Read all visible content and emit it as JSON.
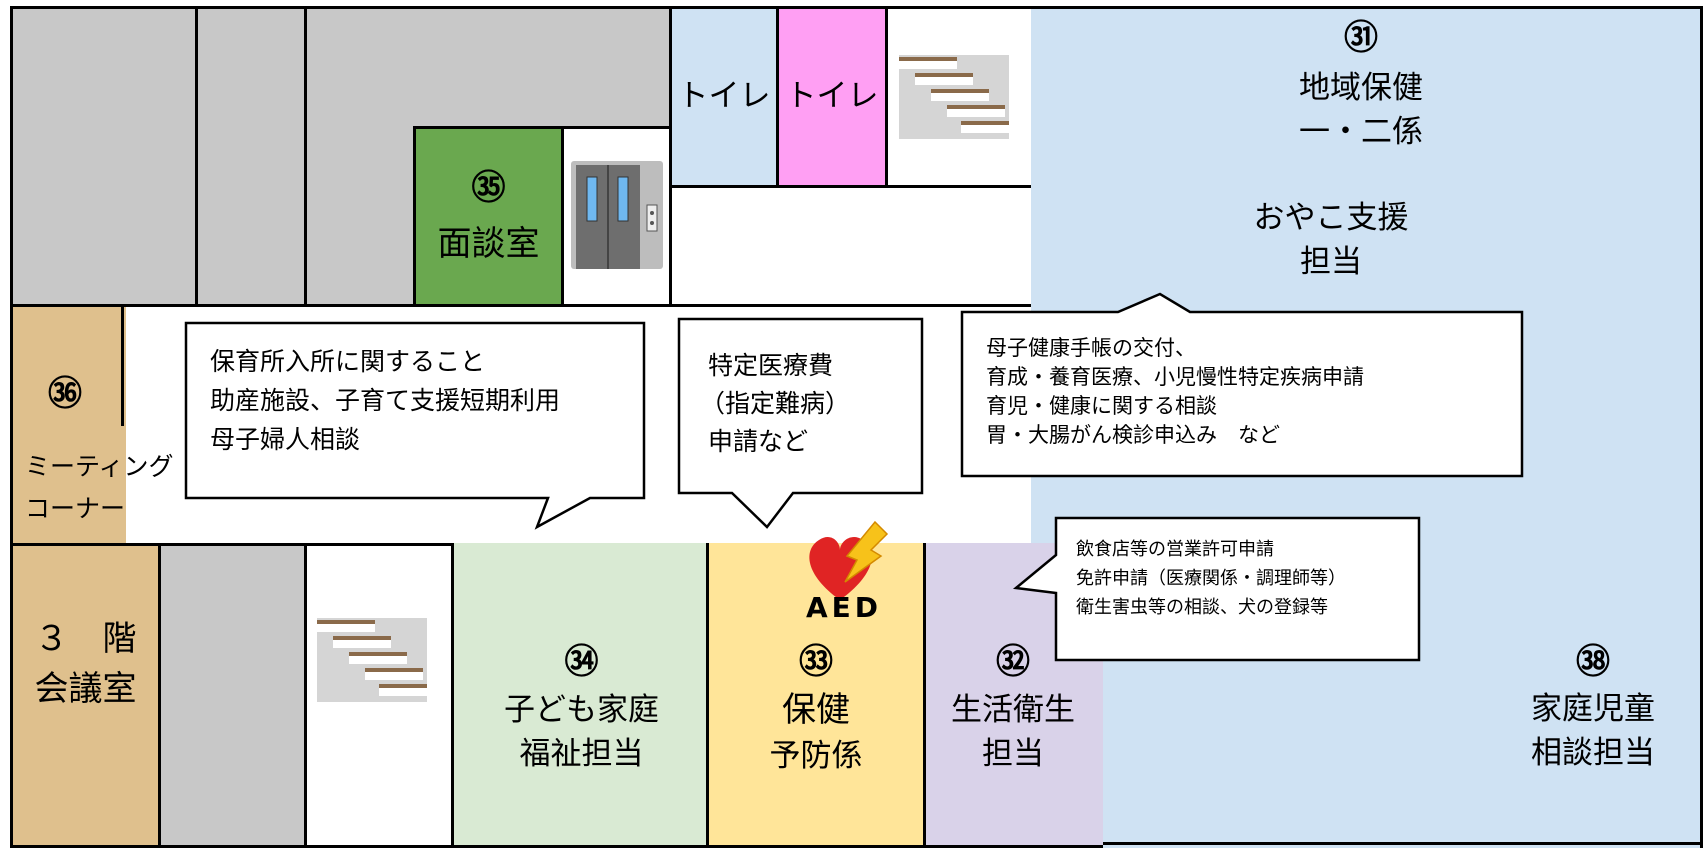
{
  "colors": {
    "gray": "#c8c8c8",
    "light_blue": "#cfe2f3",
    "pink": "#ff9ff3",
    "green": "#6aa84f",
    "tan": "#dfc08d",
    "light_green": "#d9ead3",
    "yellow": "#ffe599",
    "lavender": "#d9d2e9",
    "aed_red": "#e02424"
  },
  "rooms": {
    "r31": {
      "number": "㉛",
      "line1": "地域保健",
      "line2": "一・二係",
      "line3": "おやこ支援",
      "line4": "担当"
    },
    "r35": {
      "number": "㉟",
      "name": "面談室"
    },
    "toilet_a": "トイレ",
    "toilet_b": "トイレ",
    "r36": {
      "number": "㊱",
      "line1": "ミーティング",
      "line2": "コーナー"
    },
    "meeting": {
      "line1": "３　階",
      "line2": "会議室"
    },
    "r34": {
      "number": "㉞",
      "line1": "子ども家庭",
      "line2": "福祉担当"
    },
    "r33": {
      "number": "㉝",
      "line1": "保健",
      "line2": "予防係"
    },
    "r32": {
      "number": "㉜",
      "line1": "生活衛生",
      "line2": "担当"
    },
    "r38": {
      "number": "㊳",
      "line1": "家庭児童",
      "line2": "相談担当"
    }
  },
  "aed_label": "AED",
  "callouts": {
    "c34": [
      "保育所入所に関すること",
      "助産施設、子育て支援短期利用",
      "母子婦人相談"
    ],
    "c33": [
      "特定医療費",
      "（指定難病）",
      "申請など"
    ],
    "c31": [
      "母子健康手帳の交付、",
      "育成・養育医療、小児慢性特定疾病申請",
      "育児・健康に関する相談",
      "胃・大腸がん検診申込み　など"
    ],
    "c32": [
      "飲食店等の営業許可申請",
      "免許申請（医療関係・調理師等）",
      "衛生害虫等の相談、犬の登録等"
    ]
  },
  "icons": [
    "stairs-icon",
    "elevator-icon",
    "aed-heart-icon"
  ]
}
